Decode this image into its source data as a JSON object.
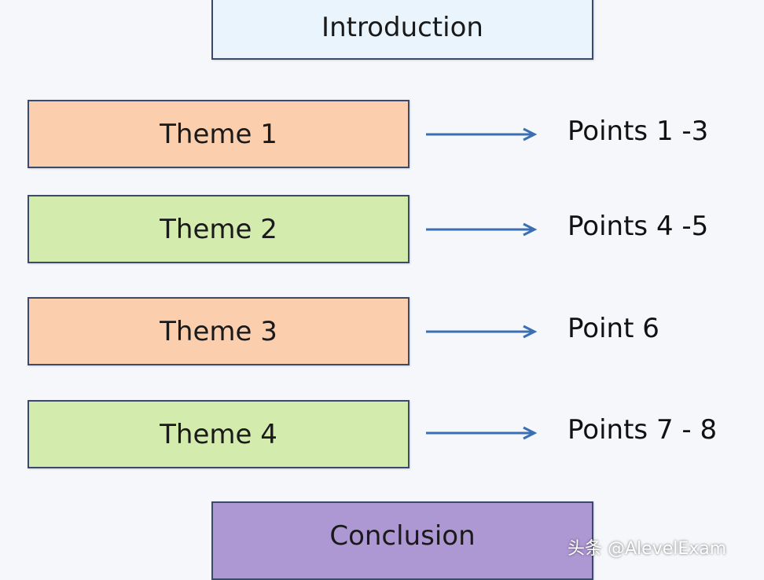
{
  "diagram": {
    "introduction": "Introduction",
    "themes": [
      {
        "label": "Theme 1",
        "points": "Points 1 -3",
        "color": "#fbcfae"
      },
      {
        "label": "Theme 2",
        "points": "Points 4 -5",
        "color": "#d4ebae"
      },
      {
        "label": "Theme 3",
        "points": "Point 6",
        "color": "#fbcfae"
      },
      {
        "label": "Theme 4",
        "points": "Points 7 - 8",
        "color": "#d4ebae"
      }
    ],
    "conclusion": "Conclusion",
    "arrow_color": "#3a6fb4",
    "introduction_color": "#e9f4fd",
    "conclusion_color": "#ae98d4"
  },
  "watermark": "头条 @AlevelExam"
}
